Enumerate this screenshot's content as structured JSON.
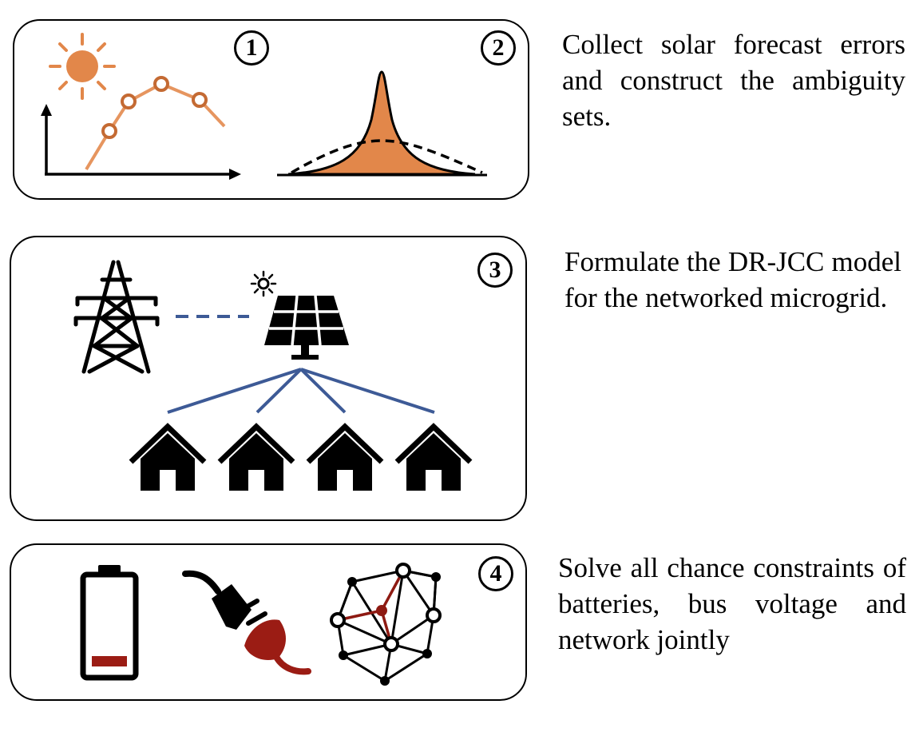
{
  "steps": [
    {
      "badge": "1"
    },
    {
      "badge": "2",
      "description": "Collect solar forecast errors and construct the ambiguity sets."
    },
    {
      "badge": "3",
      "description": "Formulate the DR-JCC model for the networked microgrid."
    },
    {
      "badge": "4",
      "description": "Solve all chance constraints of batteries, bus voltage and network jointly"
    }
  ],
  "colors": {
    "solar_orange": "#e2874a",
    "line_orange": "#e6955f",
    "network_blue": "#3d5a96",
    "battery_red": "#9b1c14",
    "node_red": "#8e1a12",
    "ink": "#000000"
  },
  "icons": [
    "sun-icon",
    "forecast-curve-icon",
    "distribution-icon",
    "transmission-tower-icon",
    "solar-panel-icon",
    "house-icon",
    "battery-icon",
    "plug-icon",
    "network-graph-icon"
  ]
}
